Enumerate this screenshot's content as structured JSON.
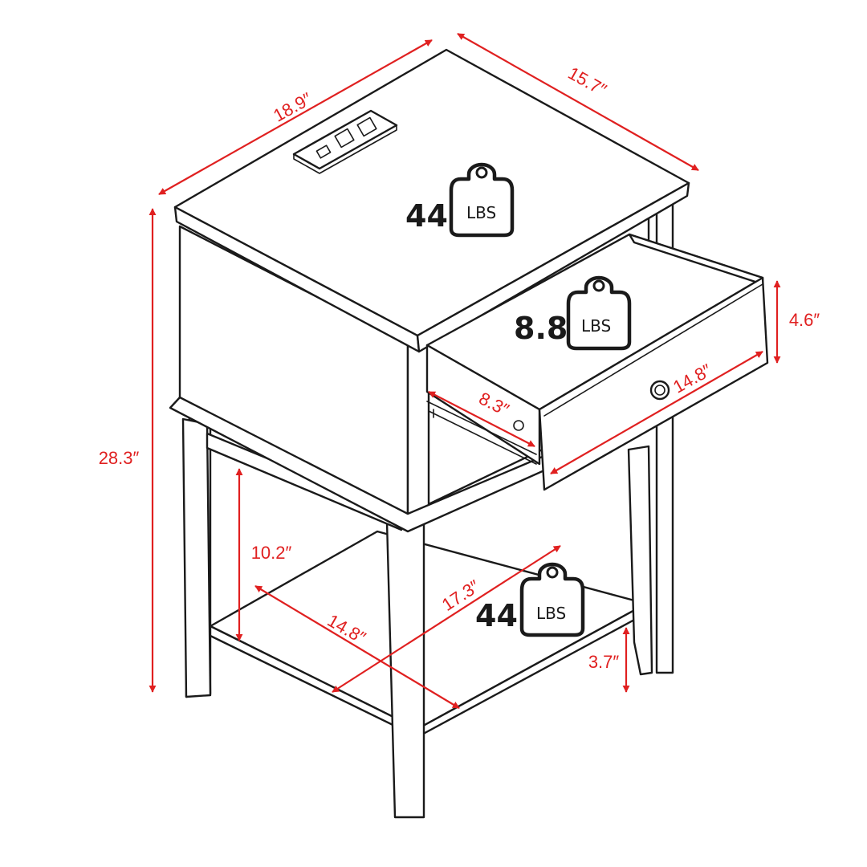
{
  "colors": {
    "dimension": "#e02020",
    "line": "#1a1a1a",
    "background": "#ffffff"
  },
  "dimensions": {
    "top_width": "18.9″",
    "top_depth": "15.7″",
    "total_height": "28.3″",
    "drawer_height": "4.6″",
    "drawer_width": "14.8″",
    "drawer_depth": "8.3″",
    "shelf_clearance": "10.2″",
    "shelf_width": "14.8″",
    "shelf_depth": "17.3″",
    "shelf_floor": "3.7″"
  },
  "weights": {
    "top": {
      "value": "44",
      "unit": "LBS"
    },
    "drawer": {
      "value": "8.8",
      "unit": "LBS"
    },
    "shelf": {
      "value": "44",
      "unit": "LBS"
    }
  },
  "icons": {
    "outlet": "power-outlet-icon",
    "weight": "weight-icon",
    "knob": "drawer-knob-icon"
  }
}
